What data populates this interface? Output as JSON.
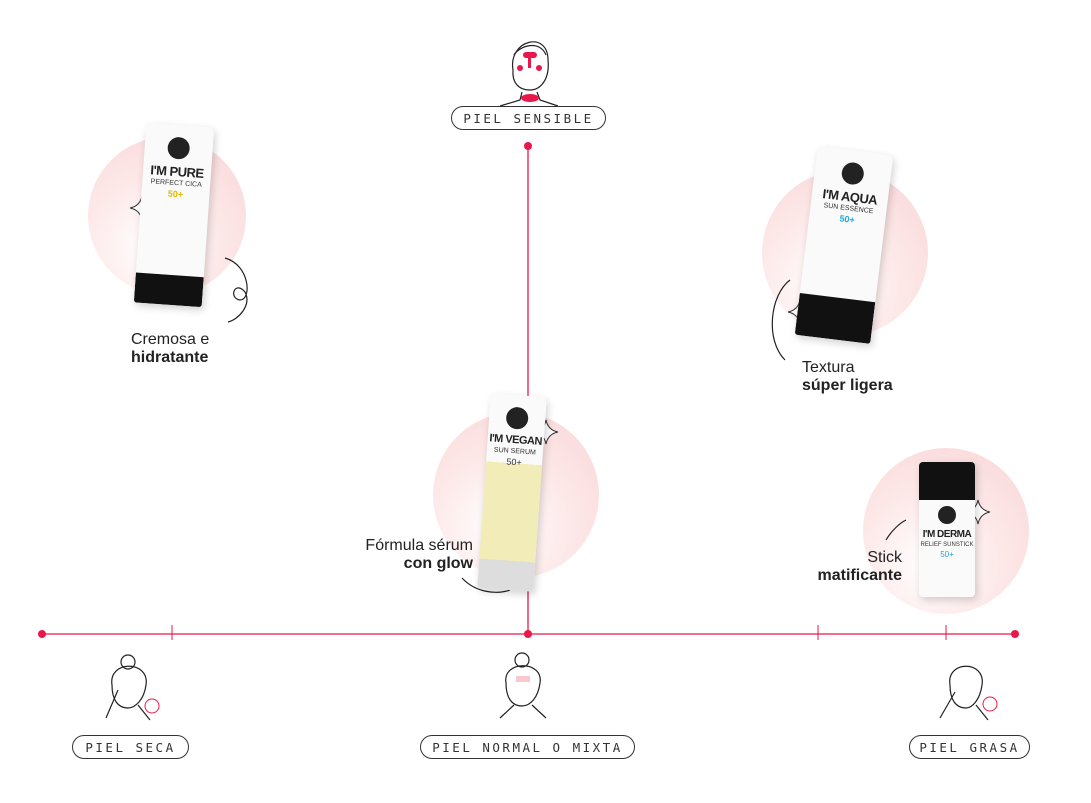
{
  "categories": {
    "sensitive": "PIEL SENSIBLE",
    "dry": "PIEL SECA",
    "normal": "PIEL NORMAL O MIXTA",
    "oily": "PIEL GRASA"
  },
  "products": [
    {
      "name": "I'M PURE",
      "sub": "PERFECT CICA",
      "spf": "50+",
      "caption_line1": "Cremosa e",
      "caption_line2": "hidratante"
    },
    {
      "name": "I'M AQUA",
      "sub": "SUN ESSENCE",
      "spf": "50+",
      "caption_line1": "Textura",
      "caption_line2": "súper ligera"
    },
    {
      "name": "I'M VEGAN",
      "sub": "SUN SERUM",
      "spf": "50+",
      "caption_line1": "Fórmula sérum",
      "caption_line2": "con glow"
    },
    {
      "name": "I'M DERMA",
      "sub": "RELIEF SUNSTICK",
      "spf": "50+",
      "caption_line1": "Stick",
      "caption_line2": "matificante"
    }
  ],
  "colors": {
    "accent": "#e8194a",
    "blob": "#f9d4d6"
  }
}
